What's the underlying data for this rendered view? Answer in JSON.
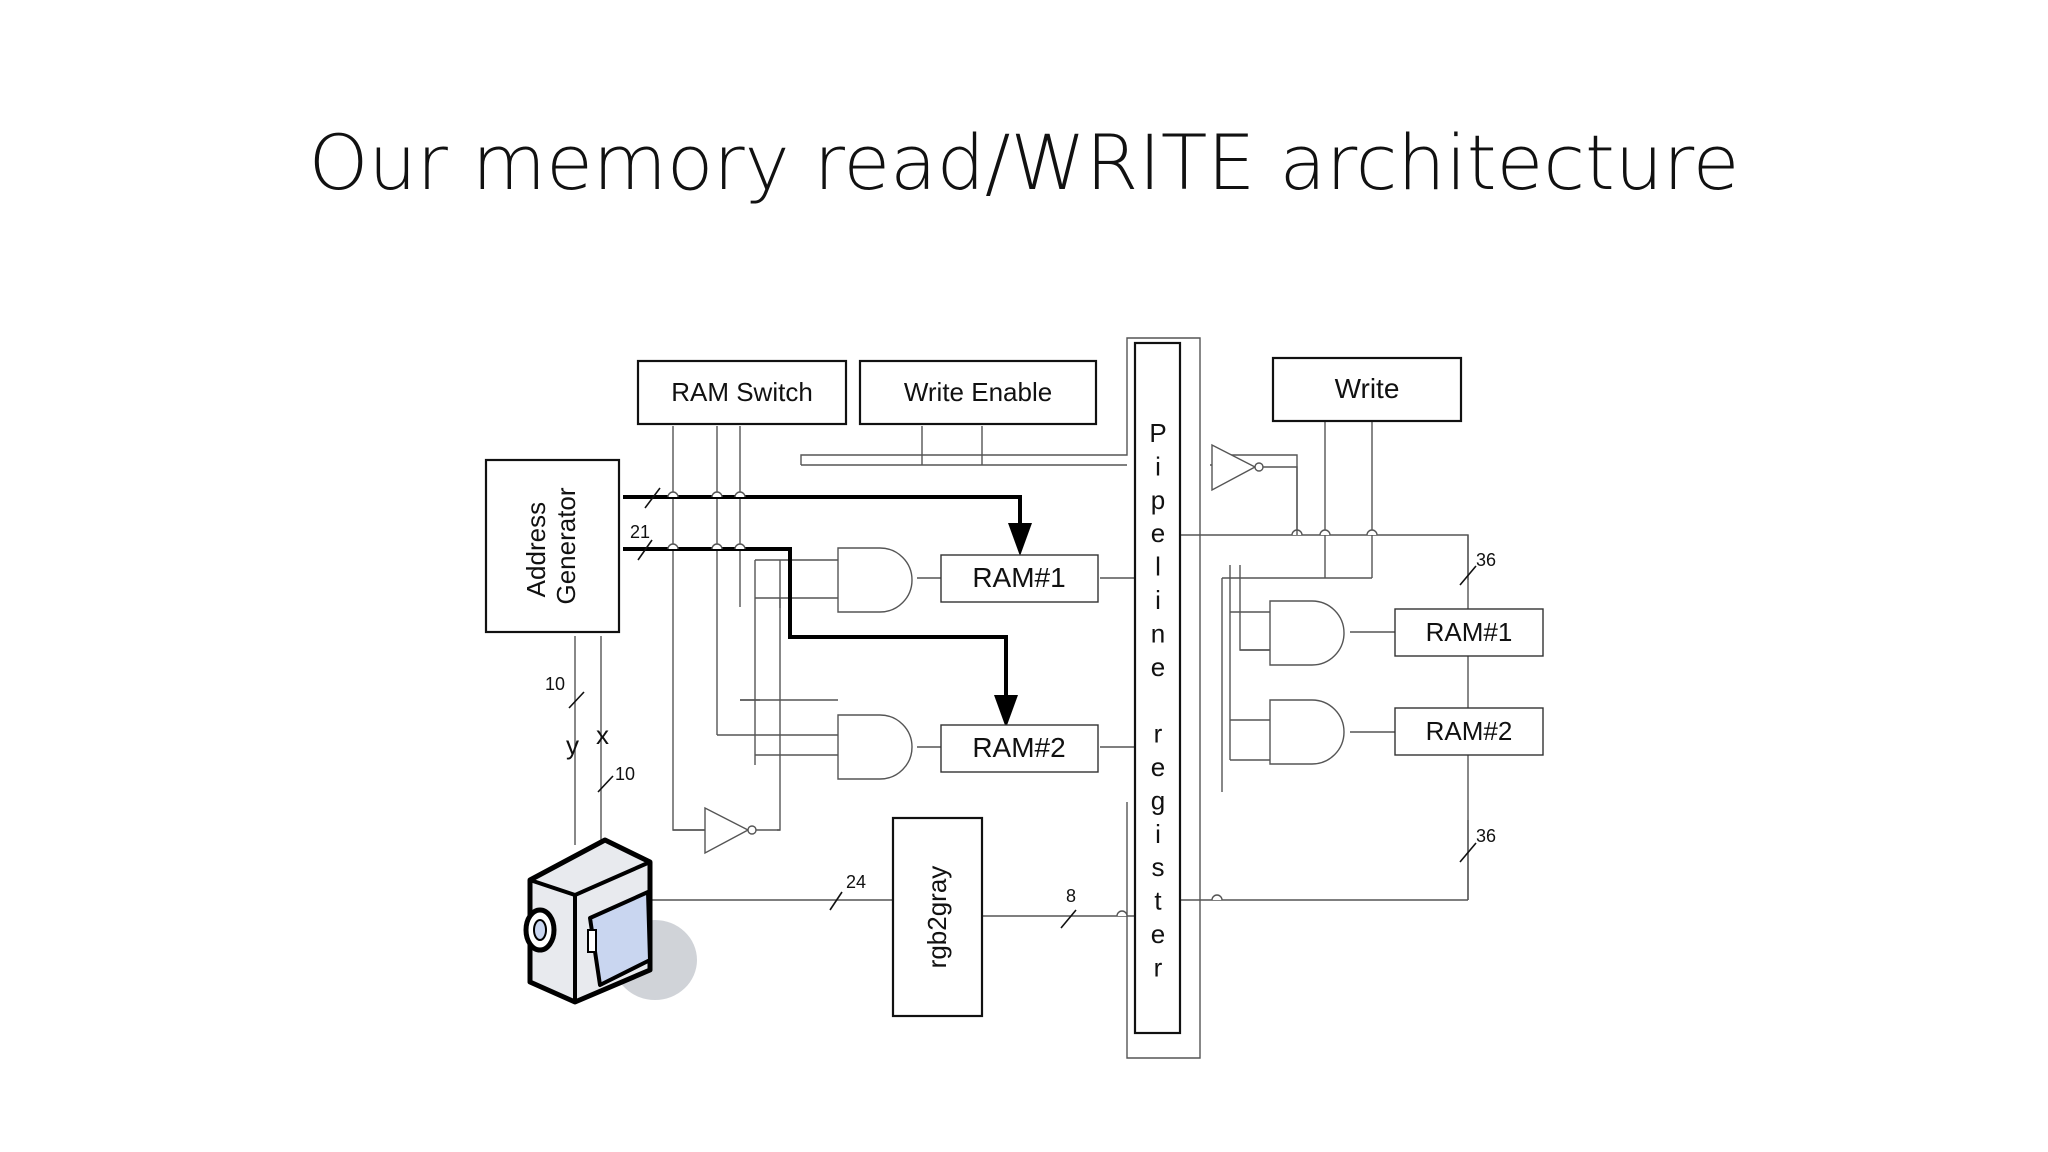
{
  "slide": {
    "title": "Our memory read/WRITE architecture"
  },
  "diagram": {
    "ram_switch": "RAM Switch",
    "write_enable": "Write Enable",
    "write": "Write",
    "address_generator": [
      "Address",
      "Generator"
    ],
    "ram1": "RAM#1",
    "ram2": "RAM#2",
    "rgb2gray": "rgb2gray",
    "pipeline_letters": [
      "P",
      "i",
      "p",
      "e",
      "l",
      "i",
      "n",
      "e",
      "",
      "r",
      "e",
      "g",
      "i",
      "s",
      "t",
      "e",
      "r"
    ],
    "bus_widths": {
      "addr": "21",
      "y": "10",
      "x": "10",
      "rgb": "24",
      "gray": "8",
      "data_top": "36",
      "data_bottom": "36"
    },
    "coord_labels": {
      "y": "y",
      "x": "x"
    }
  },
  "icons": [
    "camera-icon"
  ]
}
